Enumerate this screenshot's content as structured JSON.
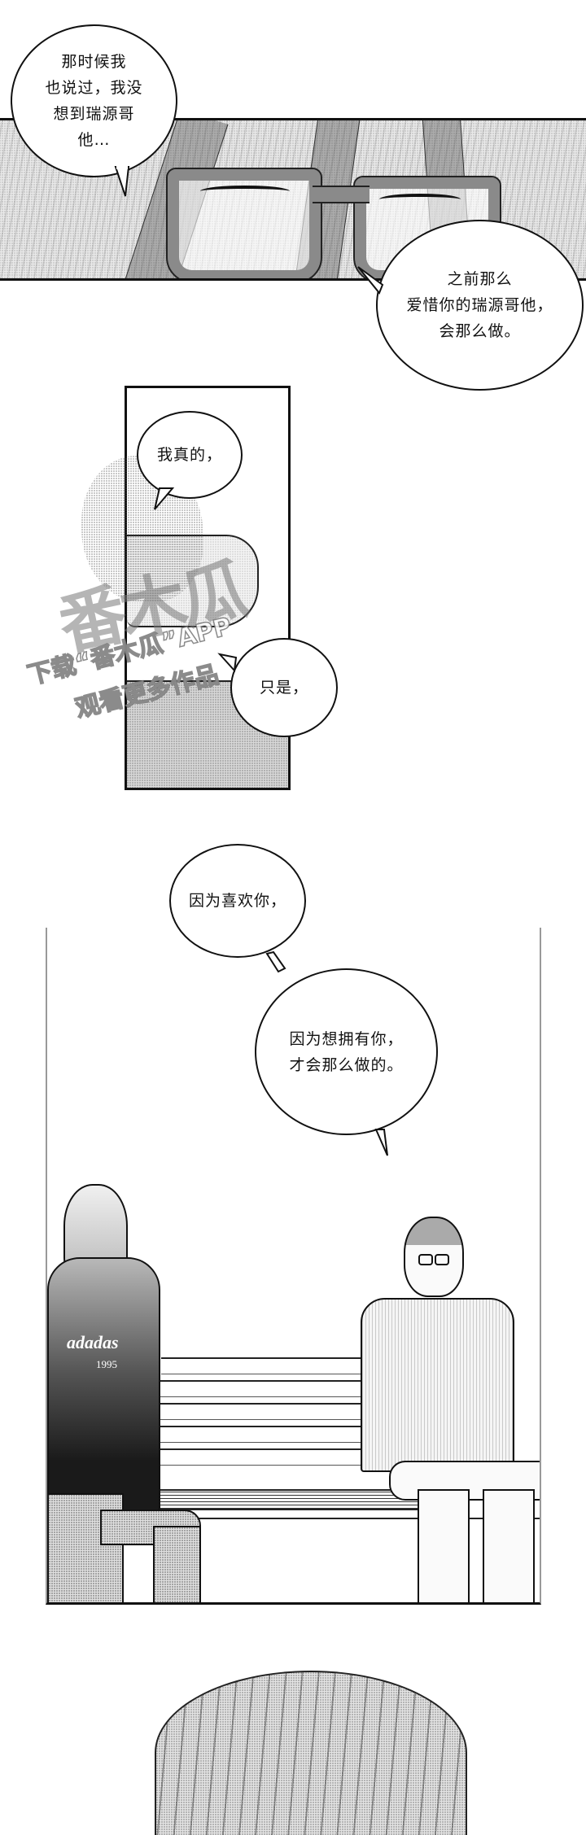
{
  "panels": [
    {
      "id": "panel-1",
      "description": "close-up of glasses-wearing character's eyes",
      "bubbles": [
        {
          "text": "那时候我\n也说过，我没\n想到瑞源哥\n他…"
        },
        {
          "text": "之前那么\n爱惜你的瑞源哥他，\n会那么做。"
        }
      ]
    },
    {
      "id": "panel-2",
      "description": "clenched fist on table",
      "bubbles": [
        {
          "text": "我真的，"
        },
        {
          "text": "只是，"
        }
      ]
    },
    {
      "id": "panel-3",
      "description": "two characters sitting on a bench",
      "bubbles": [
        {
          "text": "因为喜欢你，"
        },
        {
          "text": "因为想拥有你，\n才会那么做的。"
        }
      ],
      "shirt_print": {
        "brand": "adadas",
        "year": "1995"
      }
    },
    {
      "id": "panel-4",
      "description": "top of a character's head (hair)"
    }
  ],
  "watermark": {
    "title": "番木瓜",
    "line1": "下载“番木瓜”APP",
    "line2": "观看更多作品"
  },
  "colors": {
    "ink": "#111111",
    "paper": "#ffffff",
    "screentone": "#8a8a8a"
  }
}
